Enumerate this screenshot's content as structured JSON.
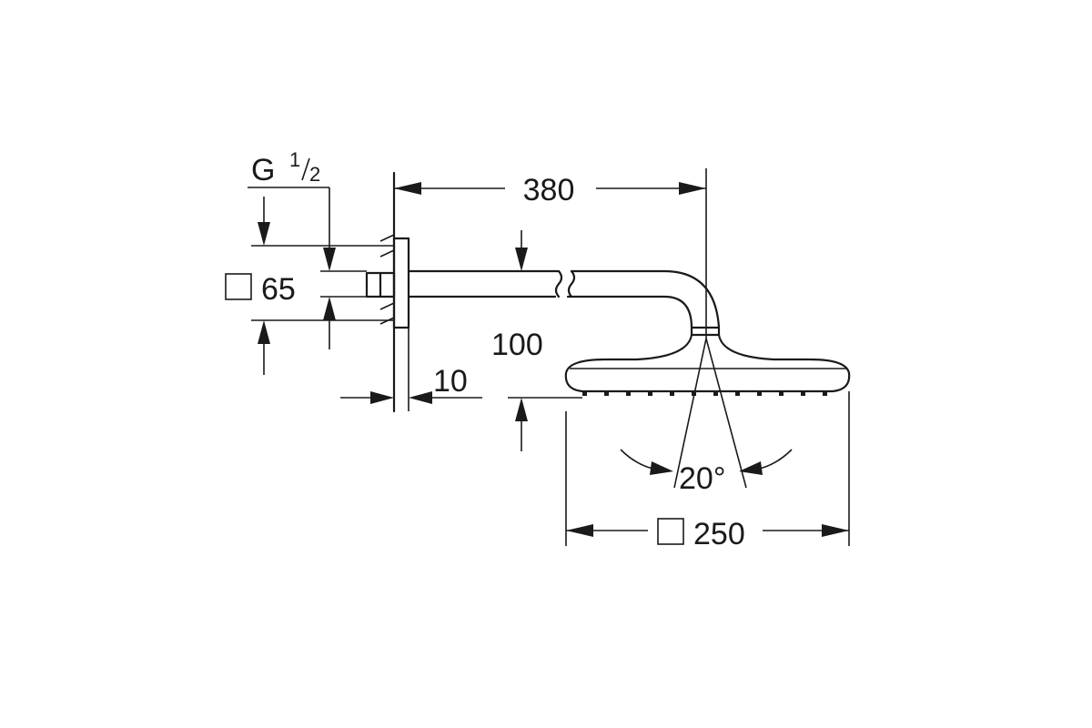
{
  "dimensions": {
    "thread_main": "G",
    "thread_num": "1",
    "thread_den": "2",
    "flange_size": "65",
    "arm_length": "380",
    "arm_height": "100",
    "wall_offset": "10",
    "tilt_angle": "20°",
    "head_size": "250"
  },
  "symbols": {
    "square": "square-symbol-icon"
  },
  "colors": {
    "line": "#1a1a1a",
    "background": "#ffffff"
  }
}
